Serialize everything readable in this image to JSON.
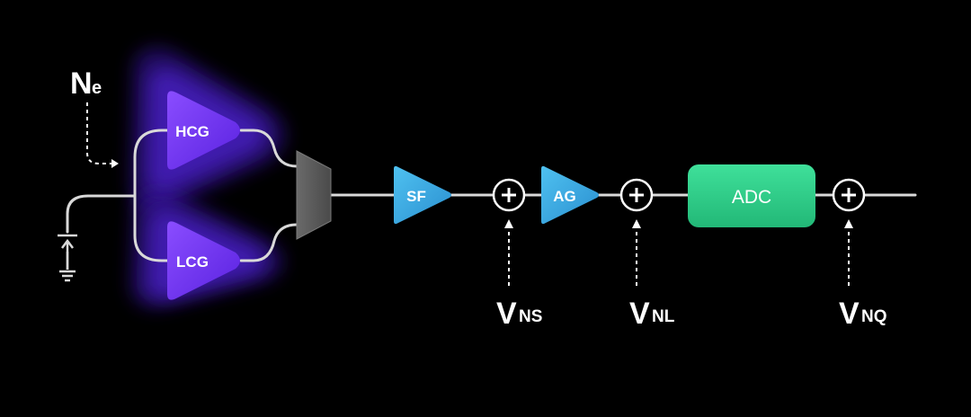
{
  "colors": {
    "background": "#000000",
    "wire": "#d9d9d9",
    "text": "#ffffff",
    "amp_purple": "#6a2cf0",
    "glow_purple": "#5b2bd6",
    "sf_blue": "#35a8e0",
    "adc_green": "#2fd08a",
    "mux_gray": "#5a5a5a"
  },
  "labels": {
    "ne_main": "N",
    "ne_sub": "e",
    "hcg": "HCG",
    "lcg": "LCG",
    "sf": "SF",
    "ag": "AG",
    "adc": "ADC",
    "vns_main": "V",
    "vns_sub": "NS",
    "vnl_main": "V",
    "vnl_sub": "NL",
    "vnq_main": "V",
    "vnq_sub": "NQ"
  },
  "icons": {
    "summing_junction": "circle-plus-icon",
    "ground": "ground-icon",
    "current_source": "arrow-up-icon",
    "multiplexer": "mux-trapezoid-icon"
  }
}
